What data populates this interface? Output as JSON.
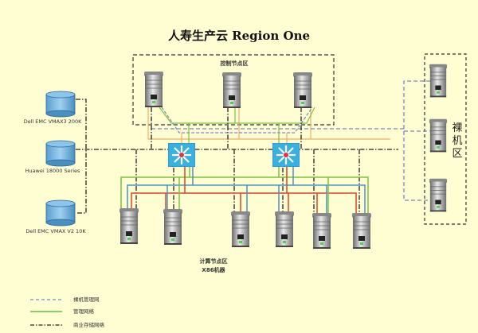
{
  "title": "人寿生产云 Region One",
  "zones": {
    "control": "控制节点区",
    "compute_line1": "计算节点区",
    "compute_line2": "X86机器",
    "bare_metal": [
      "裸",
      "机",
      "区"
    ]
  },
  "storage": [
    {
      "label": "Dell EMC VMAX3 200K"
    },
    {
      "label": "Huawei 18000 Series"
    },
    {
      "label": "Dell EMC VMAX V2 10K"
    }
  ],
  "legend": [
    {
      "label": "裸机管理网",
      "color": "#7a86c8",
      "style": "dashed"
    },
    {
      "label": "管理网络",
      "color": "#66bb44",
      "style": "solid"
    },
    {
      "label": "商业存储网络",
      "color": "#222222",
      "style": "dash-dot"
    }
  ],
  "colors": {
    "background": "#fffed2",
    "storage_net": "#222222",
    "bare_mgmt": "#7a86c8",
    "mgmt": "#7dc242",
    "blue": "#4a90c8",
    "red": "#d9442b",
    "orange": "#e8b070",
    "switch": "#3ab0e0"
  }
}
